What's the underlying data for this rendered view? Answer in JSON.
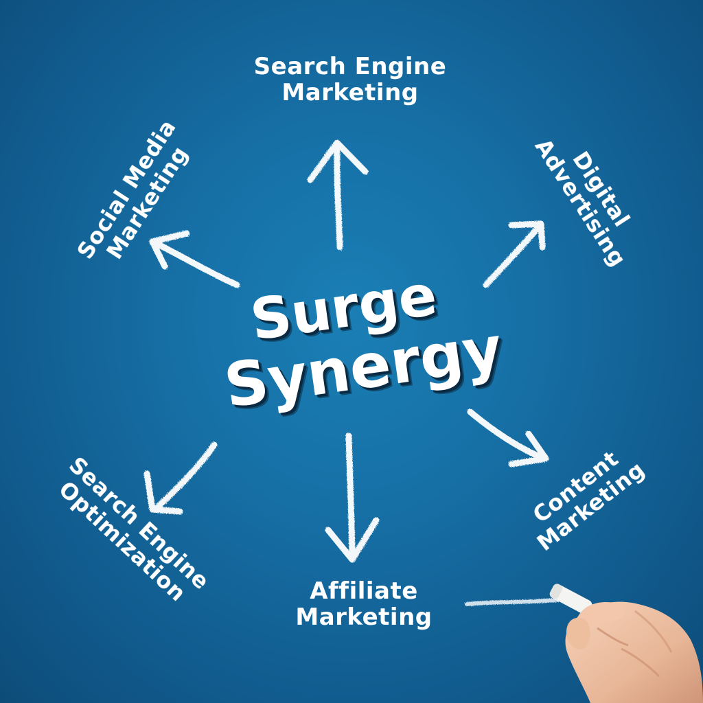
{
  "center": {
    "line1": "Surge",
    "line2": "Synergy"
  },
  "labels": {
    "search_engine_marketing": [
      "Search Engine",
      "Marketing"
    ],
    "social_media_marketing": [
      "Social Media",
      "Marketing"
    ],
    "digital_advertising": [
      "Digital",
      "Advertising"
    ],
    "search_engine_optimization": [
      "Search Engine",
      "Optimization"
    ],
    "content_marketing": [
      "Content",
      "Marketing"
    ],
    "affiliate_marketing": [
      "Affiliate",
      "Marketing"
    ]
  },
  "colors": {
    "background_center": "#1a7fb5",
    "background_edge": "#0d4c79",
    "chalk": "#ffffff",
    "text_shadow": "#0a2a44"
  },
  "icons": {
    "arrows": "chalk-arrow-icon",
    "hand": "hand-holding-chalk-icon"
  }
}
